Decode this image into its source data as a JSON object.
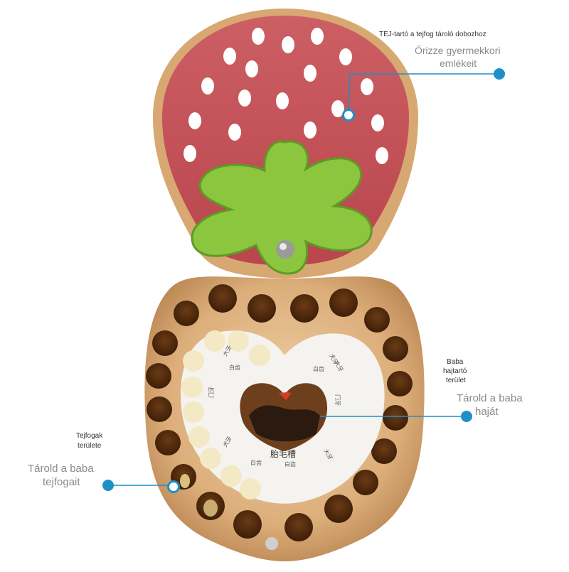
{
  "annotations": {
    "top_title": "TEJ-tartó a tejfog tároló dobozhoz",
    "top_subtitle_1": "Őrizze gyermekkori",
    "top_subtitle_2": "emlékeit",
    "hair_small_1": "Baba",
    "hair_small_2": "hajtartó",
    "hair_small_3": "terület",
    "hair_big_1": "Tárold a baba",
    "hair_big_2": "haját",
    "teeth_small_1": "Tejfogak",
    "teeth_small_2": "területe",
    "teeth_big_1": "Tárold a baba",
    "teeth_big_2": "tejfogait"
  },
  "box_labels": {
    "center": "胎毛槽",
    "tooth_labels": [
      "大牙",
      "白齿",
      "门牙",
      "犬牙",
      "白齿",
      "大牙",
      "门牙",
      "白齿",
      "犬牙",
      "白齿",
      "大牙"
    ]
  },
  "colors": {
    "accent_blue": "#1f8fc8",
    "strawberry_red": "#c95a5e",
    "leaf_green": "#8bc63e",
    "wood": "#e0b98b"
  }
}
